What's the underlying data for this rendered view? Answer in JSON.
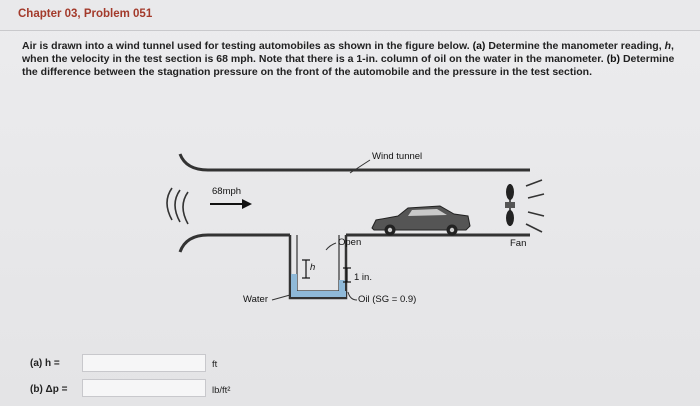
{
  "header": {
    "title": "Chapter 03, Problem 051"
  },
  "problem": {
    "text_1": "Air is drawn into a wind tunnel used for testing automobiles as shown in the figure below.",
    "part_a_tag": "(a)",
    "text_2": "Determine the manometer reading,",
    "var_h": "h",
    "text_3": ", when the velocity in the test section is 68 mph. Note that there is a 1-in. column of oil on the water in the manometer.",
    "part_b_tag": "(b)",
    "text_4": "Determine the difference between the stagnation pressure on the front of the automobile and the pressure in the test section."
  },
  "figure": {
    "wind_tunnel_label": "Wind tunnel",
    "speed_label": "68mph",
    "open_label": "Open",
    "fan_label": "Fan",
    "water_label": "Water",
    "h_label": "h",
    "oil_height_label": "1 in.",
    "oil_label": "Oil (SG = 0.9)"
  },
  "answers": {
    "a": {
      "label": "(a) h =",
      "value": "",
      "unit": "ft"
    },
    "b": {
      "label": "(b) Δp =",
      "value": "",
      "unit": "lb/ft²"
    }
  }
}
